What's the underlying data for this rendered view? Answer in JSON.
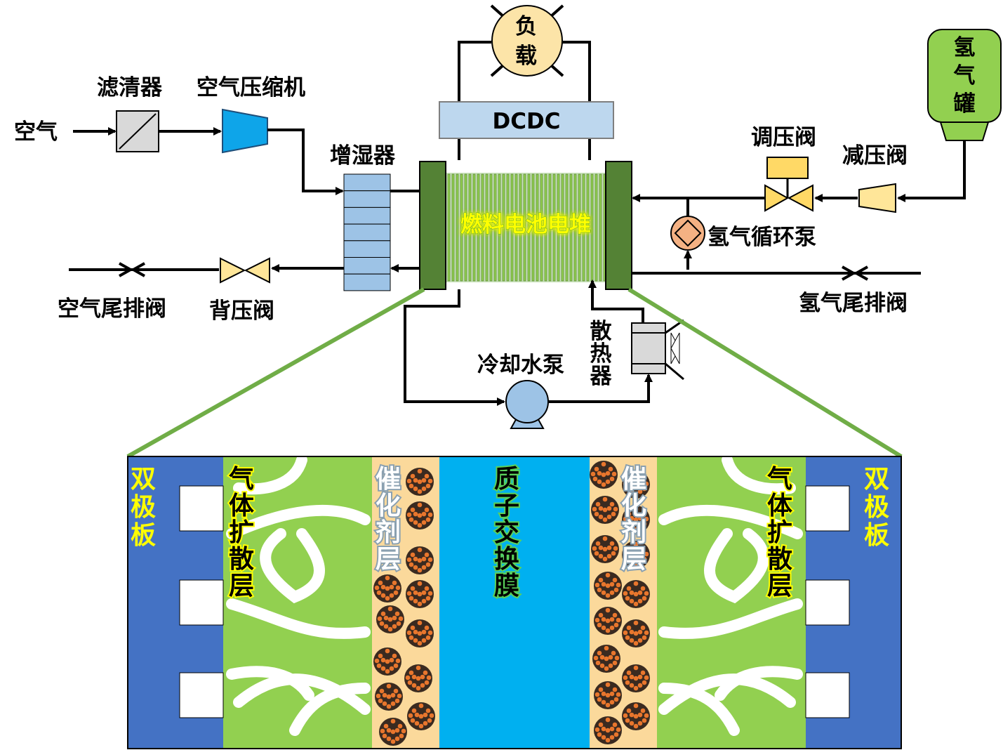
{
  "labels": {
    "air": "空气",
    "filter": "滤清器",
    "compressor": "空气压缩机",
    "humidifier": "增湿器",
    "load_top": "负",
    "load_bottom": "载",
    "dcdc": "DCDC",
    "stack": "燃料电池电堆",
    "pressure_regulator": "调压阀",
    "pressure_reducer": "减压阀",
    "h2_tank": [
      "氢",
      "气",
      "罐"
    ],
    "h2_recirc_pump": "氢气循环泵",
    "air_exhaust_valve": "空气尾排阀",
    "back_pressure_valve": "背压阀",
    "h2_exhaust_valve": "氢气尾排阀",
    "radiator": [
      "散",
      "热",
      "器"
    ],
    "coolant_pump": "冷却水泵"
  },
  "layers": {
    "bipolar_plate": [
      "双",
      "极",
      "板"
    ],
    "gas_diffusion": [
      "气",
      "体",
      "扩",
      "散",
      "层"
    ],
    "catalyst": [
      "催",
      "化",
      "剂",
      "层"
    ],
    "membrane": [
      "质",
      "子",
      "交",
      "换",
      "膜"
    ]
  },
  "colors": {
    "bipolar": "#4472c4",
    "gdl": "#92d050",
    "catalyst_bg": "#fbd99b",
    "membrane": "#00b0f0",
    "particle": "#e8762d",
    "stack_end": "#548235",
    "humidifier": "#9dc3e6",
    "dcdc": "#bdd7ee",
    "load": "#fce4a8",
    "tank": "#92d050",
    "valve": "#ffe699",
    "compressor": "#0ea5e9"
  }
}
